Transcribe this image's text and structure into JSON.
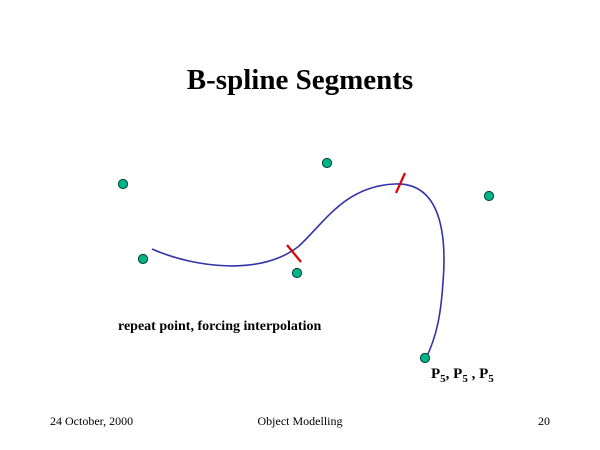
{
  "slide": {
    "title": "B-spline Segments",
    "caption": "repeat point, forcing interpolation",
    "point_label": {
      "parts": [
        {
          "base": "P",
          "sub": "5",
          "sep": ", "
        },
        {
          "base": "P",
          "sub": "5",
          "sep": " , "
        },
        {
          "base": "P",
          "sub": "5",
          "sep": ""
        }
      ]
    }
  },
  "footer": {
    "date": "24 October, 2000",
    "course": "Object Modelling",
    "page": "20"
  },
  "colors": {
    "curve": "#3333aa",
    "segment_marks": "#dd0000",
    "control_point_fill": "#00b48a",
    "control_point_stroke": "#004433"
  }
}
